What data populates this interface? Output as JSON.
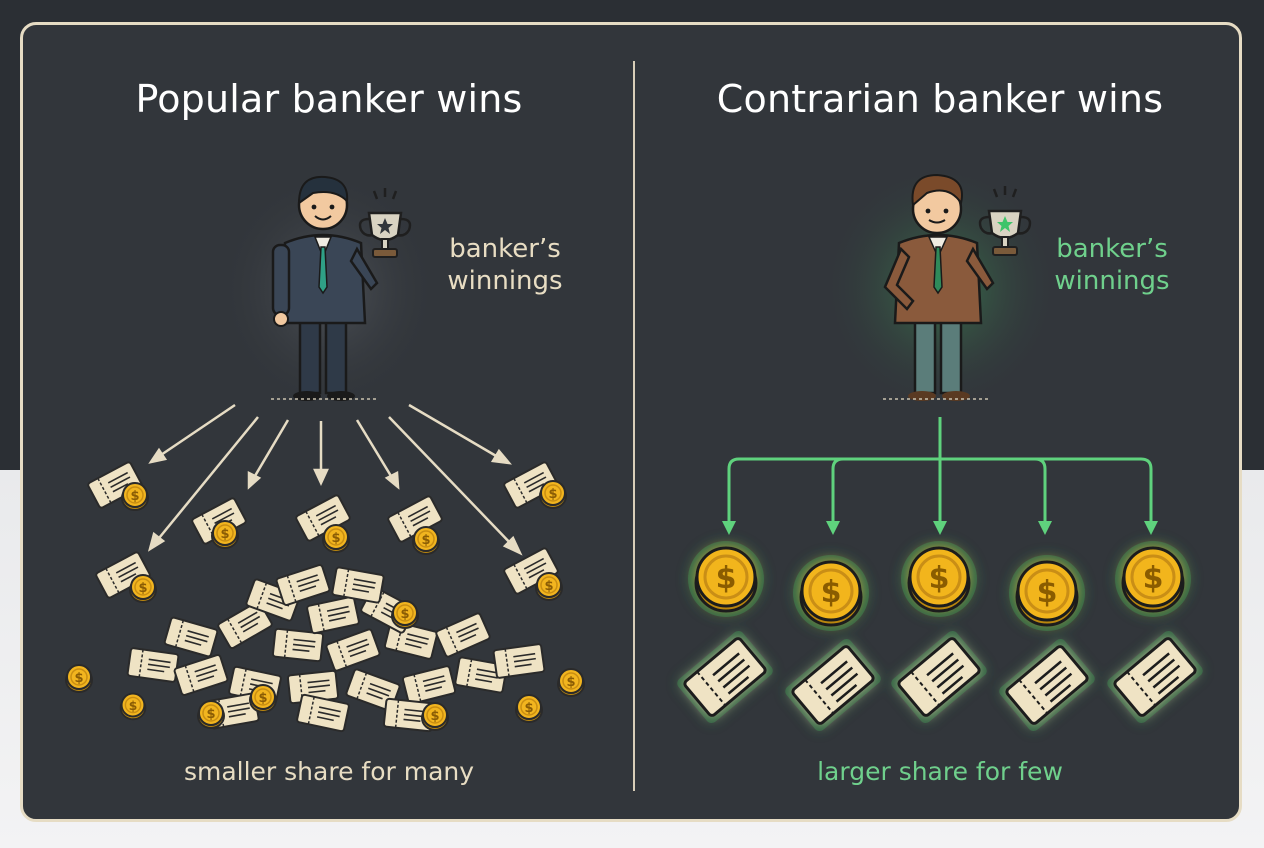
{
  "left_panel": {
    "title": "Popular banker wins",
    "winnings_label_line1": "banker’s",
    "winnings_label_line2": "winnings",
    "caption": "smaller share for many"
  },
  "right_panel": {
    "title": "Contrarian banker wins",
    "winnings_label_line1": "banker’s",
    "winnings_label_line2": "winnings",
    "caption": "larger share for few"
  },
  "icons": {
    "trophy": "trophy-icon",
    "coin": "dollar-coin-icon",
    "ticket": "ticket-icon",
    "banker": "banker-figure"
  },
  "colors": {
    "background": "#32363b",
    "frame": "#e6dcc4",
    "text_light": "#ffffff",
    "text_cream": "#e8ddc3",
    "accent_green": "#5fd27d",
    "coin_gold": "#f2b51f",
    "ticket_cream": "#efe3c4"
  }
}
